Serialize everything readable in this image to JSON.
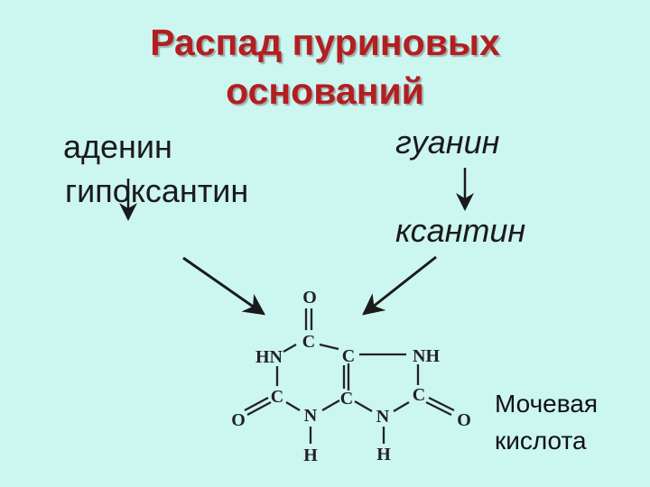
{
  "title": {
    "line1": "Распад пуриновых",
    "line2": "оснований"
  },
  "left": {
    "adenine": "аденин",
    "hypoxanthine": "гипоксантин"
  },
  "right": {
    "guanine": "гуанин",
    "xanthine": "ксантин"
  },
  "product": {
    "line1": "Мочевая",
    "line2": "кислота"
  },
  "structure": {
    "atoms": {
      "o_top": "O",
      "c6": "C",
      "c5": "C",
      "n7": "NH",
      "n1": "HN",
      "c2": "C",
      "n3": "N",
      "c4": "C",
      "n9": "N",
      "c8": "C",
      "o_left": "O",
      "o_right": "O",
      "h3": "H",
      "h9": "H"
    }
  },
  "colors": {
    "background": "#ccf6f0",
    "title": "#b31e20",
    "text": "#1a1a1a"
  }
}
